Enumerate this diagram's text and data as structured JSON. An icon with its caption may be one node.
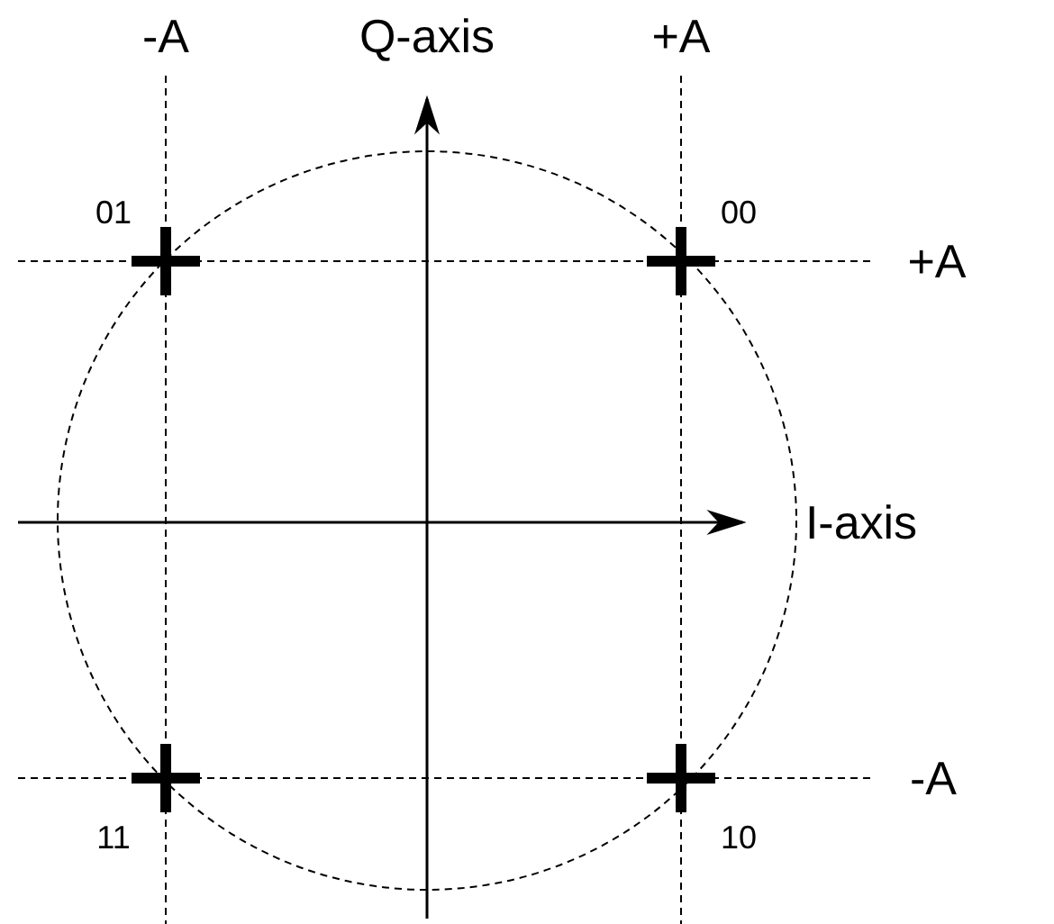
{
  "diagram": {
    "labels": [
      "-A",
      "Q-axis",
      "+A",
      "01",
      "00",
      "+A",
      "I-axis",
      "11",
      "10",
      "-A"
    ]
  }
}
